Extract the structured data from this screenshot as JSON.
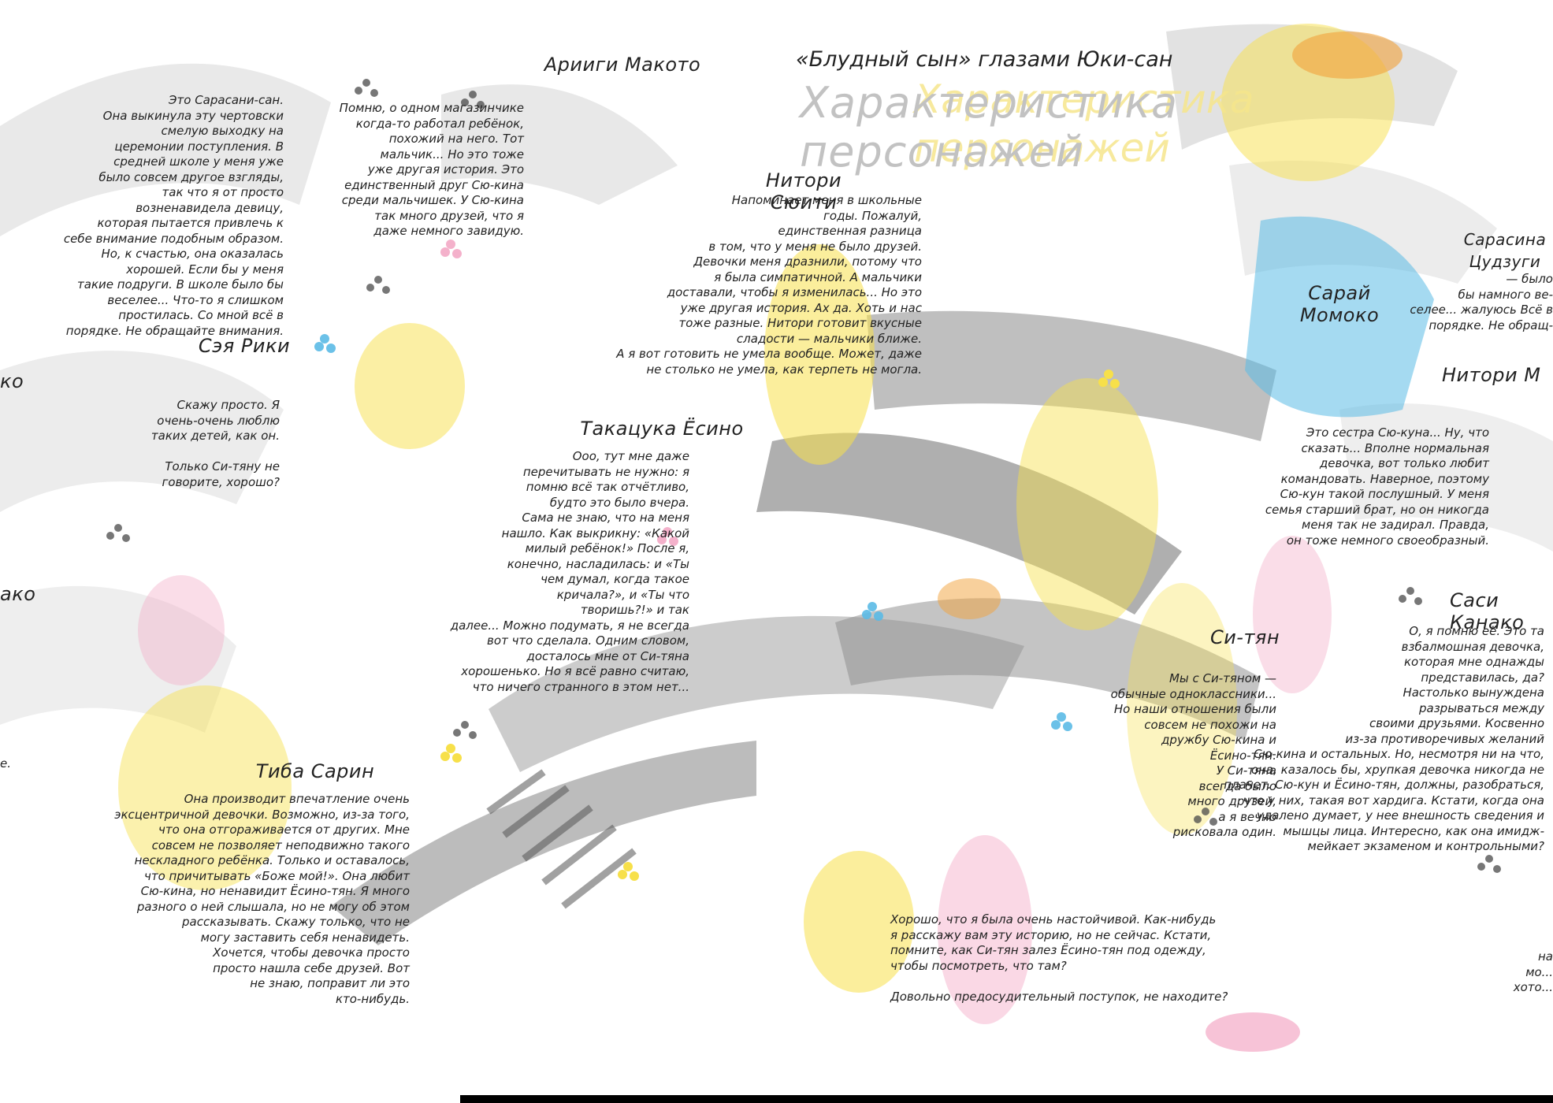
{
  "header": {
    "subtitle": "«Блудный сын» глазами Юки-сан",
    "title": "Характеристика\nперсонажей",
    "title_overlay": "Характеристика\nперсонажей"
  },
  "characters": {
    "sarasa_text": "Это Сарасани-сан.\nОна выкинула эту чертовски\nсмелую выходку на\nцеремонии поступления. В\nсредней школе у меня уже\nбыло совсем другое взгляды,\nтак что я от просто\nвозненавидела девицу,\nкоторая пытается привлечь к\nсебе внимание подобным образом.\nНо, к счастью, она оказалась\nхорошей. Если бы у меня\nтакие подруги. В школе было бы\nвеселее... Что-то я слишком\nпростилась. Со мной всё в\nпорядке. Не обращайте внимания.",
    "makoto_name": "Арииги Макото",
    "makoto_text": "Помню, о одном магазинчике\nкогда-то работал ребёнок,\nпохожий на него. Тот\nмальчик... Но это тоже\nуже другая история. Это\nединственный друг Сю-кина\nсреди мальчишек. У Сю-кина\nтак много друзей, что я\nдаже немного завидую.",
    "shota_name": "Нитори\nСюити",
    "shota_text": "Напоминает меня в школьные\nгоды. Пожалуй,\nединственная разница\nв том, что у меня не было друзей.\nДевочки меня дразнили, потому что\nя была симпатичной. А мальчики\nдоставали, чтобы я изменилась... Но это\nуже другая история. Ах да. Хоть и нас\nтоже разные. Нитори готовит вкусные\nсладости — мальчики ближе.\nА я вот готовить не умела вообще. Может, даже\nне столько не умела, как терпеть не могла.",
    "riku_name": "Сэя Рики",
    "riku_text": "Скажу просто. Я\nочень-очень люблю\nтаких детей, как он.\n\nТолько Си-тяну не\nговорите, хорошо?",
    "yoshino_name": "Такацука Ёсино",
    "yoshino_text": "Ооо, тут мне даже\nперечитывать не нужно: я\nпомню всё так отчётливо,\nбудто это было вчера.\nСама не знаю, что на меня\nнашло. Как выкрикну: «Какой\nмилый ребёнок!» После я,\nконечно, насладилась: и «Ты\nчем думал, когда такое\nкричала?», и «Ты что\nтворишь?!» и так\nдалее... Можно подумать, я не всегда\nвот что сделала. Одним словом,\nдосталось мне от Си-тяна\nхорошенько. Но я всё равно считаю,\nчто ничего странного в этом нет...",
    "momoko_name": "Сарай\nМомоко",
    "momoko_right_name": "Сарасина\nЦудзуги",
    "momoko_right_text": "— было\nбы намного ве-\nселее... жалуюсь Всё в\nпорядке. Не обращ-",
    "maho_name": "Нитори Махо",
    "maho_text": "Это сестра Сю-куна... Ну, что\nсказать... Вполне нормальная\nдевочка, вот только любит\nкомандовать. Наверное, поэтому\nСю-кун такой послушный. У меня\nсемья старший брат, но он никогда\nменя так не задирал. Правда,\nон тоже немного своеобразный.",
    "kanako_name": "Саси Канако",
    "kanako_text": "О, я помню её. Это та\nвзбалмошная девочка,\nкоторая мне однажды\nпредставилась, да?\nНастолько вынуждена\nразрываться между\nсвоими друзьями. Косвенно\nиз-за противоречивых желаний\nСю-кина и остальных. Но, несмотря ни на что,\nона, казалось бы, хрупкая девочка никогда не\nплачет. Сю-кун и Ёсино-тян, должны, разобраться,\nчто у них, такая вот хардига. Кстати, когда она\nудалено думает, у нее внешность сведения и\nмышцы лица. Интересно, как она имидж-\nмейкает экзаменом и контрольными?",
    "chiba_name": "Тиба Сарин",
    "chiba_text": "Она производит впечатление очень\nэксцентричной девочки. Возможно, из-за того,\nчто она отгораживается от других. Мне\nсовсем не позволяет неподвижно такого\nнескладного ребёнка. Только и оставалось,\nчто причитывать «Боже мой!». Она любит\nСю-кина, но ненавидит Ёсино-тян. Я много\nразного о ней слышала, но не могу об этом\nрассказывать. Скажу только, что не\nмогу заставить себя ненавидеть.\nХочется, чтобы девочка просто\nпросто нашла себе друзей. Вот\nне знаю, поправит ли это\nкто-нибудь.",
    "si_name": "Си-тян",
    "si_text": "Мы с Си-тяном —\nобычные одноклассники...\nНо наши отношения были\nсовсем не похожи на\nдружбу Сю-кина и\nЁсино-тян.\nУ Си-тяна\nвсегда было\nмного друзей,\nа я вечно\nрисковала один.",
    "footer_text": "Хорошо, что я была очень настойчивой. Как-нибудь\nя расскажу вам эту историю, но не сейчас. Кстати,\nпомните, как Си-тян залез Ёсино-тян под одежду,\nчтобы посмотреть, что там?\n\nДовольно предосудительный поступок, не находите?",
    "edge_left_1": "ко",
    "edge_left_2": "ако",
    "edge_left_3": "е.",
    "edge_right_1": "на\nмо...\nхото...",
    "edge_right_top": "Нитори М"
  },
  "colors": {
    "yellow": "#f7e04a",
    "pink": "#f3a9c6",
    "blue": "#5bbbe6",
    "orange": "#f1a23a",
    "gray": "#5f5f5f",
    "lightgray": "#bdbdbd"
  }
}
